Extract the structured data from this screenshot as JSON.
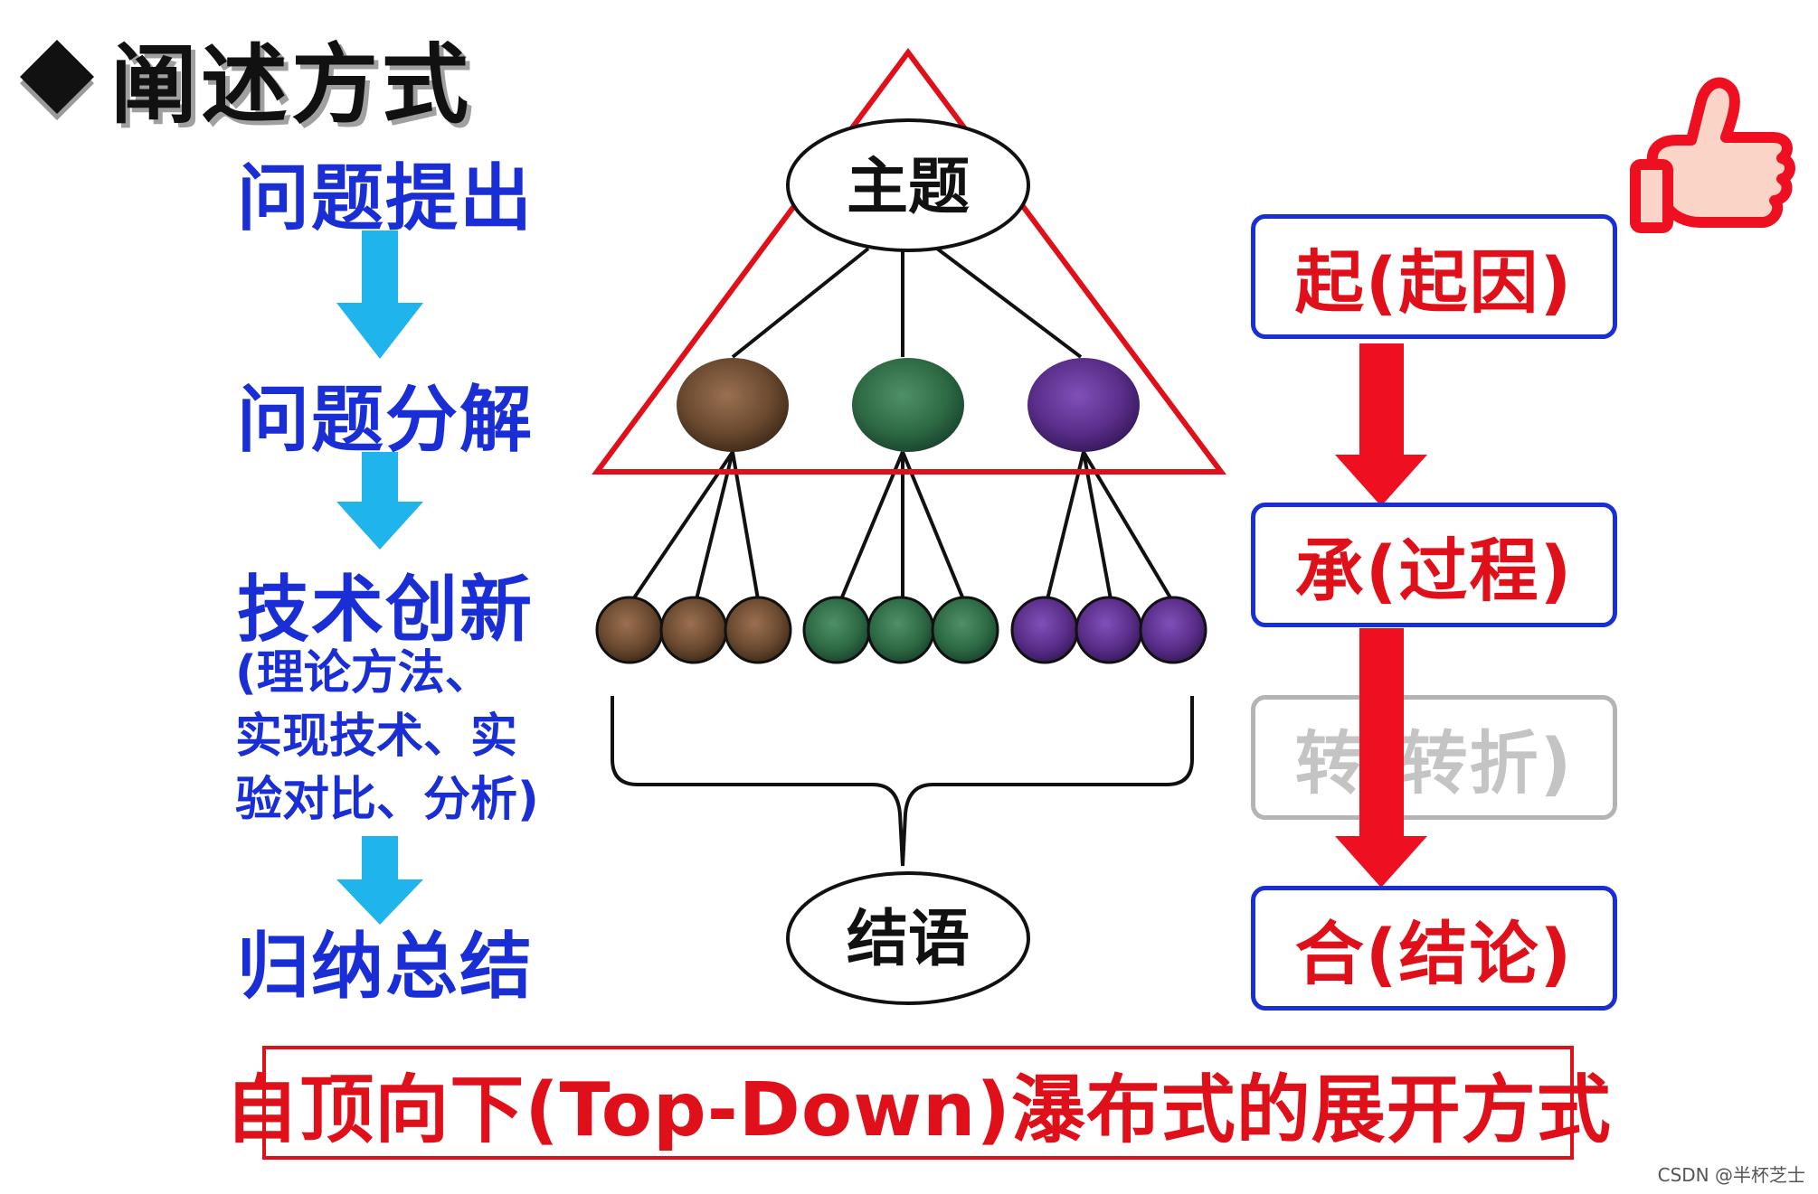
{
  "title": "阐述方式",
  "left_steps": {
    "step1": "问题提出",
    "step2": "问题分解",
    "step3": "技术创新",
    "step3_detail": "(理论方法、\n实现技术、实\n验对比、分析)",
    "step4": "归纳总结"
  },
  "tree": {
    "root": "主题",
    "conclusion": "结语",
    "branch_colors": [
      "#6b4a30",
      "#2e6b45",
      "#5a2e8a"
    ]
  },
  "right_flow": {
    "box1": "起(起因)",
    "box2": "承(过程)",
    "box3": "转(转折)",
    "box4": "合(结论)"
  },
  "banner": "自顶向下(Top-Down)瀑布式的展开方式",
  "watermark": "CSDN @半杯芝士",
  "colors": {
    "blue": "#1a2ed6",
    "red": "#e0101a",
    "arrow_blue": "#1fb4ec",
    "grey": "#c4c4c4"
  }
}
